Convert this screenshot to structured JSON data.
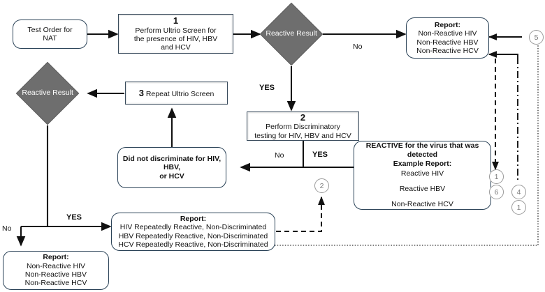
{
  "title": "NAT Testing Algorithm Flowchart",
  "colors": {
    "diamond_fill": "#6e6e6e",
    "diamond_text": "#ffffff",
    "rounded_border": "#2a4257",
    "step_border": "#394b5c",
    "ref_circle": "#9a9a9a",
    "line": "#000000",
    "background": "#ffffff"
  },
  "nodes": {
    "test_order": {
      "line1": "Test Order for",
      "line2": "NAT"
    },
    "step1": {
      "number": "1",
      "line1": "Perform Ultrio Screen for",
      "line2": "the presence of HIV, HBV",
      "line3": "and HCV"
    },
    "diamond_top": {
      "line1": "Reactive",
      "line2": "Result"
    },
    "diamond_left": {
      "line1": "Reactive",
      "line2": "Result"
    },
    "step3": {
      "number": "3",
      "label": "Repeat Ultrio Screen"
    },
    "step2": {
      "number": "2",
      "line1": "Perform Discriminatory",
      "line2": "testing for HIV, HBV and HCV"
    },
    "report_top_right": {
      "heading": "Report:",
      "line1": "Non-Reactive HIV",
      "line2": "Non-Reactive HBV",
      "line3": "Non-Reactive HCV"
    },
    "reactive_detected": {
      "heading1": "REACTIVE for the virus that was",
      "heading2": "detected",
      "heading3": "Example Report:",
      "line1": "Reactive HIV",
      "line2": "Reactive HBV",
      "line3": "Non-Reactive HCV"
    },
    "did_not_discriminate": {
      "line1": "Did not discriminate for HIV, HBV,",
      "line2": "or HCV"
    },
    "report_repeatedly_reactive": {
      "heading": "Report:",
      "line1": "HIV Repeatedly Reactive, Non-Discriminated",
      "line2": "HBV Repeatedly Reactive, Non-Discriminated",
      "line3": "HCV Repeatedly Reactive, Non-Discriminated"
    },
    "report_bottom_left": {
      "heading": "Report:",
      "line1": "Non-Reactive HIV",
      "line2": "Non-Reactive HBV",
      "line3": "Non-Reactive HCV"
    }
  },
  "edge_labels": {
    "no_top_right": "No",
    "yes_top_center": "YES",
    "no_step2_left": "No",
    "yes_step2_right": "YES",
    "yes_bottom_left": "YES",
    "no_bottom_left": "No"
  },
  "ref_markers": {
    "m5": "5",
    "m2": "2",
    "m1_upper": "1",
    "m6": "6",
    "m4": "4",
    "m1_lower": "1"
  }
}
